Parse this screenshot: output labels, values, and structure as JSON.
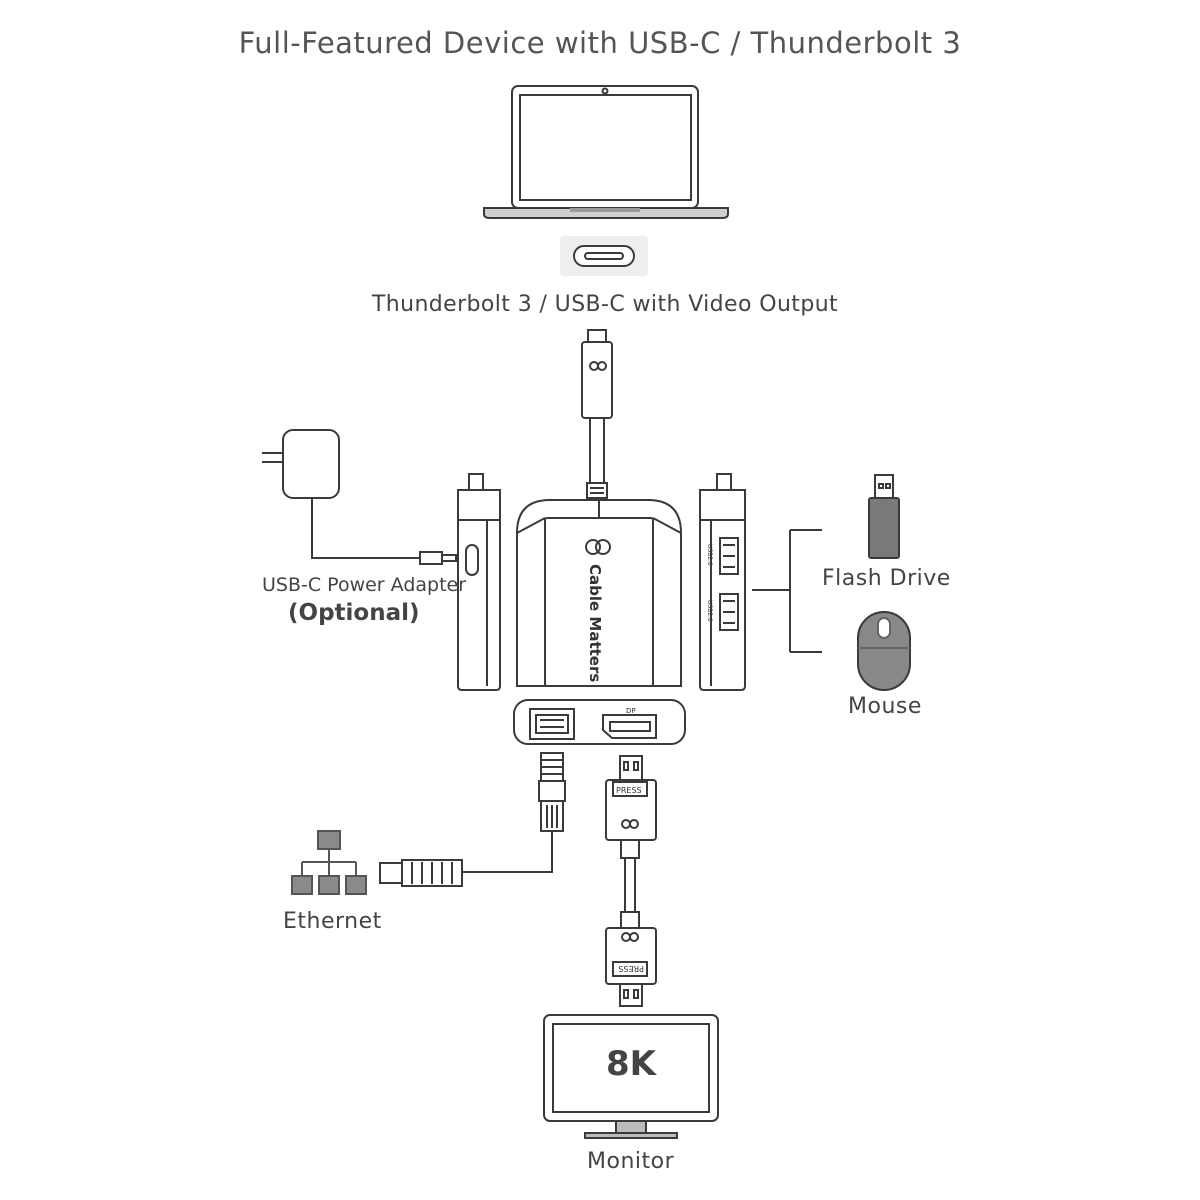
{
  "title": "Full-Featured Device with USB-C / Thunderbolt 3",
  "port_label": "Thunderbolt 3 / USB-C with Video Output",
  "power_adapter": {
    "label": "USB-C Power Adapter",
    "note": "(Optional)"
  },
  "devices": {
    "flash_drive": "Flash Drive",
    "mouse": "Mouse",
    "ethernet": "Ethernet",
    "monitor": "Monitor"
  },
  "adapter": {
    "brand": "Cable Matters",
    "dp_port_label": "DP",
    "usb_port_label": "USB2.0"
  },
  "cable": {
    "press_label": "PRESS"
  },
  "monitor_screen_text": "8K",
  "icons": [
    "laptop-icon",
    "usb-c-port-icon",
    "power-adapter-icon",
    "flash-drive-icon",
    "mouse-icon",
    "network-icon",
    "monitor-icon",
    "cable-matters-logo-icon"
  ]
}
